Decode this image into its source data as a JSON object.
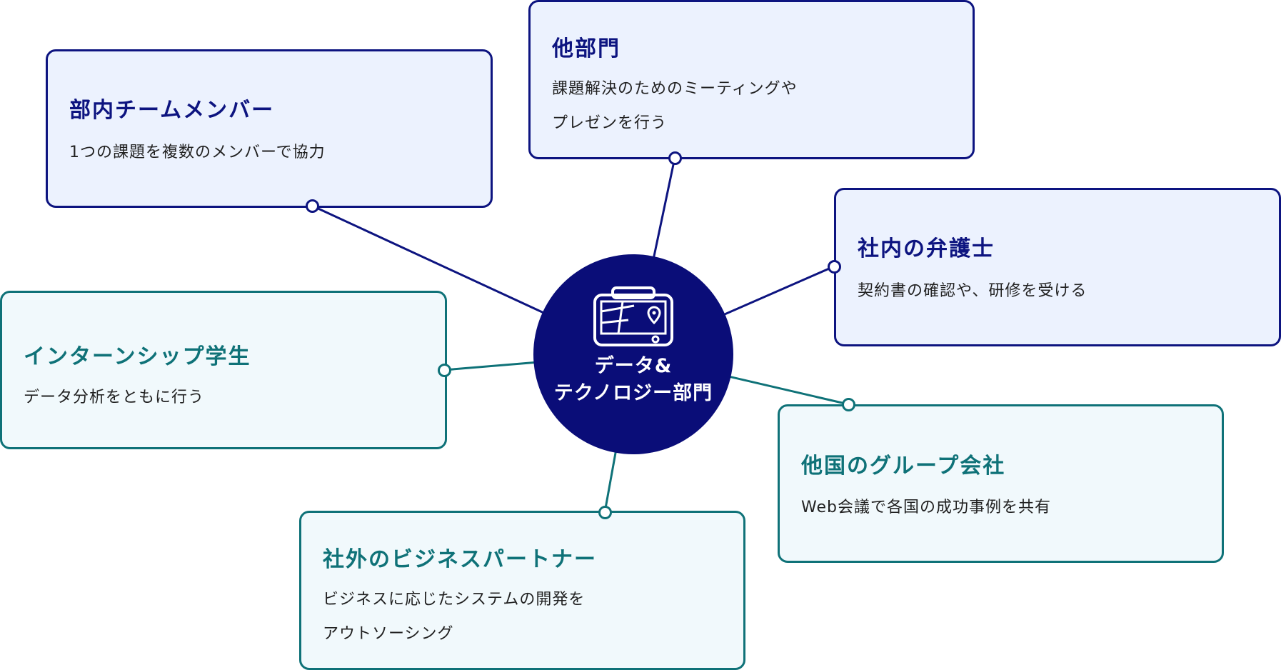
{
  "hub": {
    "line1": "データ&",
    "line2": "テクノロジー部門",
    "icon": "tablet-map-icon"
  },
  "nodes": [
    {
      "title": "部内チームメンバー",
      "desc": [
        "1つの課題を複数のメンバーで協力"
      ]
    },
    {
      "title": "他部門",
      "desc": [
        "課題解決のためのミーティングや",
        "プレゼンを行う"
      ]
    },
    {
      "title": "社内の弁護士",
      "desc": [
        "契約書の確認や、研修を受ける"
      ]
    },
    {
      "title": "インターンシップ学生",
      "desc": [
        "データ分析をともに行う"
      ]
    },
    {
      "title": "他国のグループ会社",
      "desc": [
        "Web会議で各国の成功事例を共有"
      ]
    },
    {
      "title": "社外のビジネスパートナー",
      "desc": [
        "ビジネスに応じたシステムの開発を",
        "アウトソーシング"
      ]
    }
  ],
  "colors": {
    "navy": "#0d1480",
    "navy_fill": "#ecf2fe",
    "teal": "#0f7278",
    "teal_fill": "#f1f9fc",
    "hub": "#0a0d78"
  }
}
